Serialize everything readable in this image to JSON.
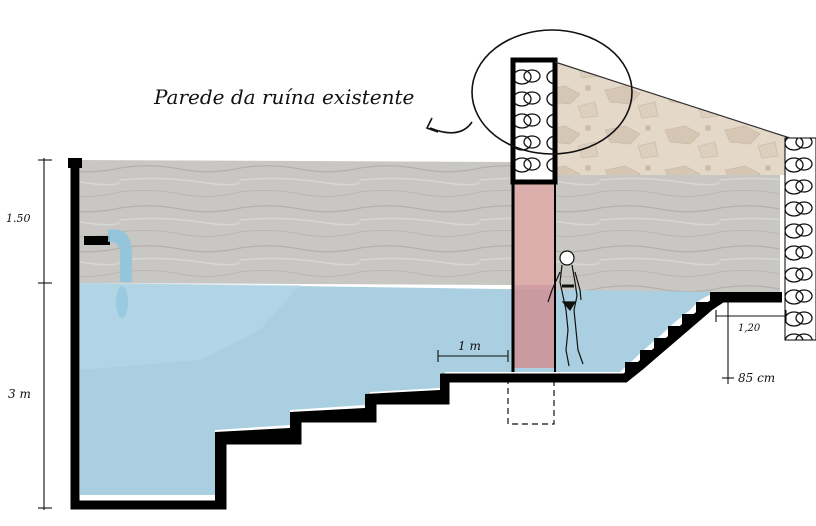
{
  "annotation": {
    "text": "Parede da ruína existente"
  },
  "dimensions": {
    "top_height": "1.50",
    "depth": "3 m",
    "step_width": "1 m",
    "ledge_width": "1,20",
    "shallow_depth": "85 cm"
  },
  "colors": {
    "water": "#a9cfe0",
    "water_dark": "#8fbfd6",
    "wall": "#000000",
    "stone_ruin": "#e3d6c6",
    "grey_wall": "#c8c6c3",
    "red_section": "#cf8f8f"
  }
}
